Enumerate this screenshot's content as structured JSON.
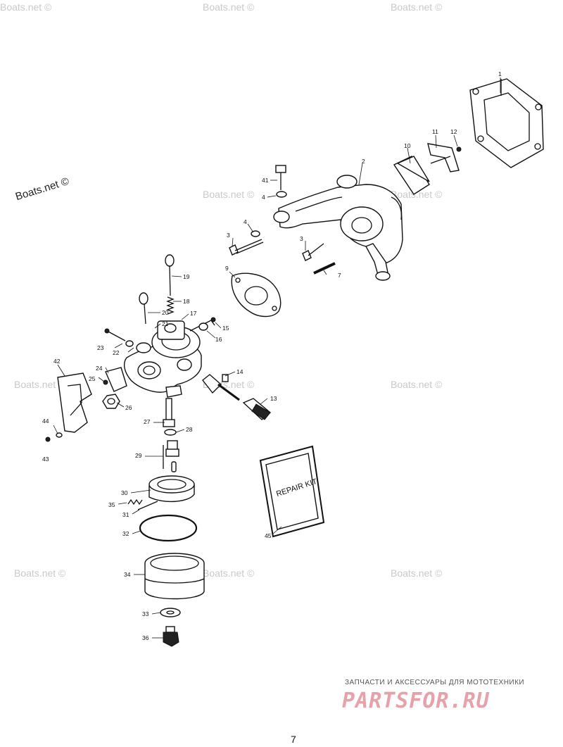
{
  "watermarks": [
    "Boats.net ©",
    "Boats.net ©",
    "Boats.net ©",
    "Boats.net ©",
    "Boats.net ©",
    "Boats.net ©",
    "Boats.net ©",
    "Boats.net ©",
    "Boats.net ©",
    "Boats.net ©",
    "Boats.net ©"
  ],
  "left_watermark": "Boats.net ©",
  "repair_kit": "REPAIR KIT",
  "parts": {
    "p1": "1",
    "p2": "2",
    "p3a": "3",
    "p3b": "3",
    "p4a": "4",
    "p4b": "4",
    "p7": "7",
    "p9": "9",
    "p10": "10",
    "p11": "11",
    "p12": "12",
    "p13": "13",
    "p14": "14",
    "p15": "15",
    "p16": "16",
    "p17": "17",
    "p18": "18",
    "p19": "19",
    "p20": "20",
    "p21": "21",
    "p22": "22",
    "p23": "23",
    "p24": "24",
    "p25": "25",
    "p26": "26",
    "p27": "27",
    "p28": "28",
    "p29": "29",
    "p30": "30",
    "p31": "31",
    "p32": "32",
    "p33": "33",
    "p34": "34",
    "p35": "35",
    "p36": "36",
    "p41": "41",
    "p42": "42",
    "p43": "43",
    "p44": "44",
    "p45": "45"
  },
  "brand_caption": "ЗАПЧАСТИ И АКСЕССУАРЫ ДЛЯ МОТОТЕХНИКИ",
  "brand_logo": "PARTSFOR.RU",
  "page_number": "7"
}
